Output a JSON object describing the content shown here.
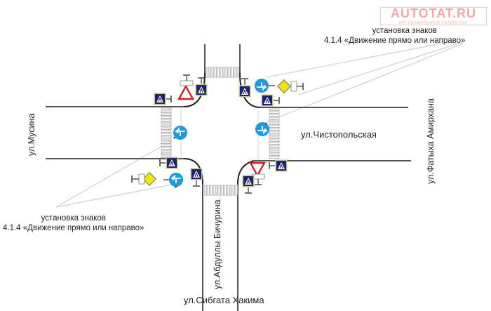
{
  "logo": {
    "brand": "AUTOTAT.RU",
    "tagline": "АВТОМОБИЛЬНЫЙ ТАТАРСТАН"
  },
  "streets": {
    "west": "ул.Мусина",
    "east": "ул.Чистопольская",
    "far_east": "ул.Фатыха Амирхана",
    "south": "ул.Абдуллы Бичурина",
    "far_south": "ул.Сибгата Хакима"
  },
  "notes": {
    "top_right": {
      "line1": "установка знаков",
      "line2": "4.1.4 «Движение прямо или направо»"
    },
    "bottom_left": {
      "line1": "установка знаков",
      "line2": "4.1.4 «Движение прямо или направо»"
    }
  },
  "colors": {
    "road_line": "#555555",
    "curb": "#222222",
    "crosswalk": "#9a9a9a",
    "leader_line": "#cfcfcf",
    "sign_blue": "#1e9be0",
    "sign_navy": "#1c2270",
    "sign_frame": "#c9c08a",
    "priority_yellow": "#f3e500",
    "yield_red": "#d21f26",
    "logo_red": "#f4a7a7"
  },
  "signs": [
    {
      "type": "pedestrian-crossing",
      "corner": "north-west"
    },
    {
      "type": "pedestrian-crossing",
      "corner": "north-west-top"
    },
    {
      "type": "give-way",
      "corner": "north-west"
    },
    {
      "type": "pedestrian-crossing",
      "corner": "north-east"
    },
    {
      "type": "straight-or-right-4.1.4",
      "corner": "north-east"
    },
    {
      "type": "main-road",
      "corner": "north-east"
    },
    {
      "type": "pedestrian-crossing",
      "corner": "north-east-lower"
    },
    {
      "type": "straight-or-right-4.1.4",
      "corner": "west-median"
    },
    {
      "type": "straight-or-right-4.1.4",
      "corner": "east-median"
    },
    {
      "type": "pedestrian-crossing",
      "corner": "south-west"
    },
    {
      "type": "main-road",
      "corner": "south-west"
    },
    {
      "type": "straight-or-right-4.1.4",
      "corner": "south-west"
    },
    {
      "type": "pedestrian-crossing",
      "corner": "south-west-lower"
    },
    {
      "type": "give-way",
      "corner": "south-east"
    },
    {
      "type": "pedestrian-crossing",
      "corner": "south-east"
    },
    {
      "type": "pedestrian-crossing",
      "corner": "south-east-lower"
    }
  ]
}
